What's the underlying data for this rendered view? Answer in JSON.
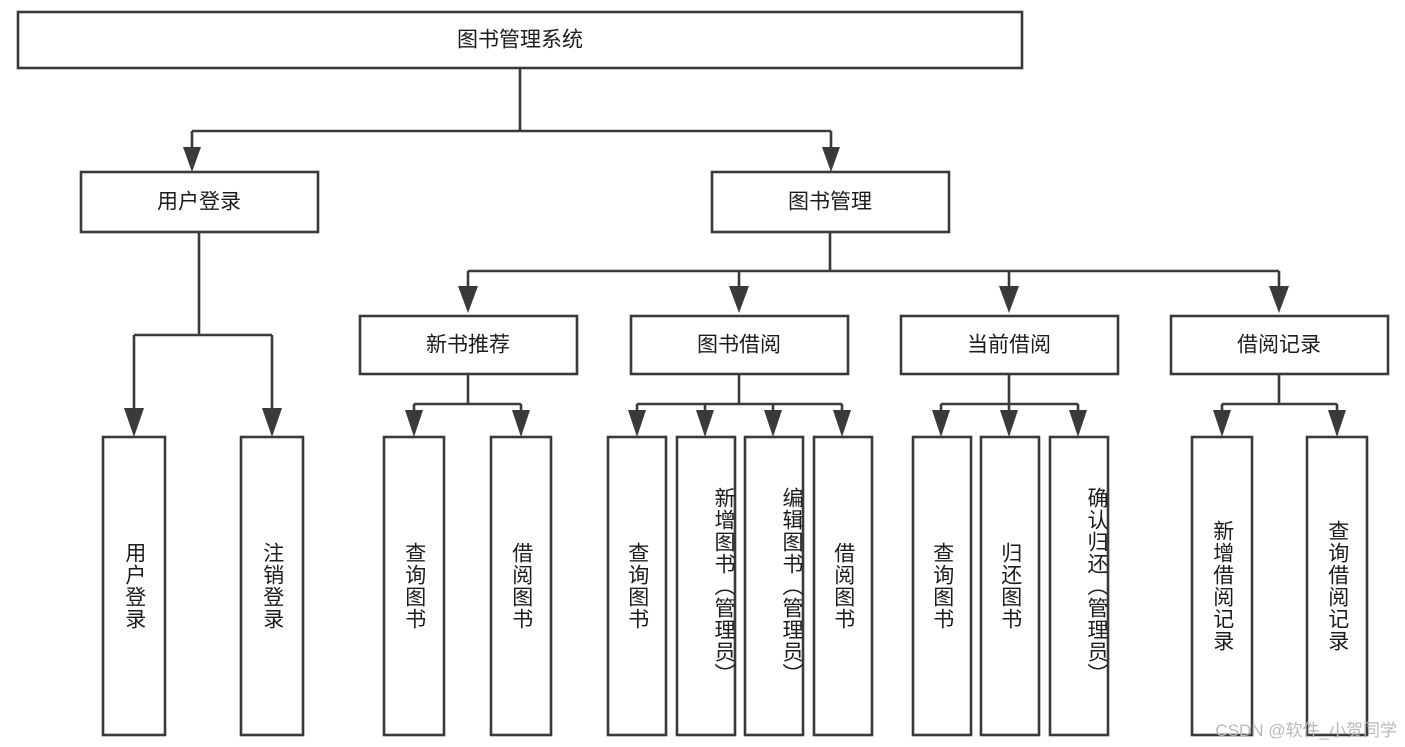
{
  "diagram": {
    "type": "tree",
    "title": "图书管理系统",
    "watermark": "CSDN @软件_小贺同学",
    "levels": {
      "root": {
        "label": "图书管理系统"
      },
      "level2": [
        {
          "id": "user-login",
          "label": "用户登录"
        },
        {
          "id": "book-manage",
          "label": "图书管理"
        }
      ],
      "level3": [
        {
          "id": "new-book-recommend",
          "label": "新书推荐",
          "parent": "book-manage"
        },
        {
          "id": "book-borrow",
          "label": "图书借阅",
          "parent": "book-manage"
        },
        {
          "id": "current-borrow",
          "label": "当前借阅",
          "parent": "book-manage"
        },
        {
          "id": "borrow-record",
          "label": "借阅记录",
          "parent": "book-manage"
        }
      ],
      "leaves": [
        {
          "id": "leaf-user-login",
          "label": "用户登录",
          "parent": "user-login"
        },
        {
          "id": "leaf-logout",
          "label": "注销登录",
          "parent": "user-login"
        },
        {
          "id": "leaf-query-book-1",
          "label": "查询图书",
          "parent": "new-book-recommend"
        },
        {
          "id": "leaf-borrow-book-1",
          "label": "借阅图书",
          "parent": "new-book-recommend"
        },
        {
          "id": "leaf-query-book-2",
          "label": "查询图书",
          "parent": "book-borrow"
        },
        {
          "id": "leaf-add-book",
          "label": "新增图书（管理员）",
          "parent": "book-borrow"
        },
        {
          "id": "leaf-edit-book",
          "label": "编辑图书（管理员）",
          "parent": "book-borrow"
        },
        {
          "id": "leaf-borrow-book-2",
          "label": "借阅图书",
          "parent": "book-borrow"
        },
        {
          "id": "leaf-query-book-3",
          "label": "查询图书",
          "parent": "current-borrow"
        },
        {
          "id": "leaf-return-book",
          "label": "归还图书",
          "parent": "current-borrow"
        },
        {
          "id": "leaf-confirm-return",
          "label": "确认归还（管理员）",
          "parent": "current-borrow"
        },
        {
          "id": "leaf-add-record",
          "label": "新增借阅记录",
          "parent": "borrow-record"
        },
        {
          "id": "leaf-query-record",
          "label": "查询借阅记录",
          "parent": "borrow-record"
        }
      ]
    },
    "colors": {
      "box_stroke": "#3a3a3a",
      "box_fill": "#ffffff",
      "text": "#1c1c1c",
      "watermark": "#b9b9b9"
    }
  }
}
